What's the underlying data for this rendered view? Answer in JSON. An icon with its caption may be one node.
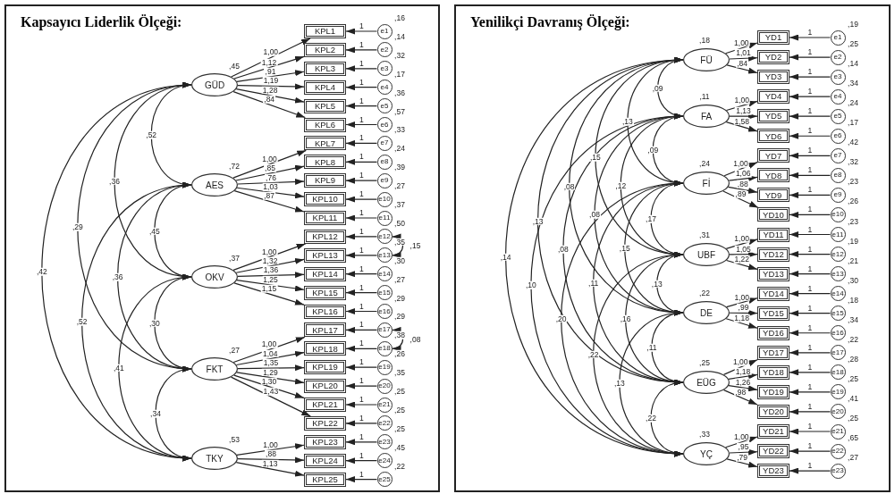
{
  "diagram": {
    "nodes": [
      {
        "text": [
          "Kapsayıcı Liderlik Ölçeği:"
        ]
      },
      {
        "text": [
          "GÜD"
        ],
        "in": 0,
        "beside": [
          ",45"
        ]
      },
      {
        "text": [
          "AES"
        ],
        "in": 0,
        "beside": [
          ",72"
        ]
      },
      {
        "text": [
          "OKV"
        ],
        "in": 0,
        "beside": [
          ",37"
        ]
      },
      {
        "text": [
          "FKT"
        ],
        "in": 0,
        "beside": [
          ",27"
        ]
      },
      {
        "text": [
          "TKY"
        ],
        "in": 0,
        "beside": [
          ",53"
        ]
      },
      {
        "text": [
          "KPL1"
        ],
        "in": 0
      },
      {
        "text": [
          "KPL2"
        ],
        "in": 0
      },
      {
        "text": [
          "KPL3"
        ],
        "in": 0
      },
      {
        "text": [
          "KPL4"
        ],
        "in": 0
      },
      {
        "text": [
          "KPL5"
        ],
        "in": 0
      },
      {
        "text": [
          "KPL6"
        ],
        "in": 0
      },
      {
        "text": [
          "KPL7"
        ],
        "in": 0
      },
      {
        "text": [
          "KPL8"
        ],
        "in": 0
      },
      {
        "text": [
          "KPL9"
        ],
        "in": 0
      },
      {
        "text": [
          "KPL10"
        ],
        "in": 0
      },
      {
        "text": [
          "KPL11"
        ],
        "in": 0
      },
      {
        "text": [
          "KPL12"
        ],
        "in": 0
      },
      {
        "text": [
          "KPL13"
        ],
        "in": 0
      },
      {
        "text": [
          "KPL14"
        ],
        "in": 0
      },
      {
        "text": [
          "KPL15"
        ],
        "in": 0
      },
      {
        "text": [
          "KPL16"
        ],
        "in": 0
      },
      {
        "text": [
          "KPL17"
        ],
        "in": 0
      },
      {
        "text": [
          "KPL18"
        ],
        "in": 0
      },
      {
        "text": [
          "KPL19"
        ],
        "in": 0
      },
      {
        "text": [
          "KPL20"
        ],
        "in": 0
      },
      {
        "text": [
          "KPL21"
        ],
        "in": 0
      },
      {
        "text": [
          "KPL22"
        ],
        "in": 0
      },
      {
        "text": [
          "KPL23"
        ],
        "in": 0
      },
      {
        "text": [
          "KPL24"
        ],
        "in": 0
      },
      {
        "text": [
          "KPL25"
        ],
        "in": 0
      },
      {
        "text": [
          "e1"
        ],
        "in": 0,
        "beside": [
          ",16"
        ]
      },
      {
        "text": [
          "e2"
        ],
        "in": 0,
        "beside": [
          ",14"
        ]
      },
      {
        "text": [
          "e3"
        ],
        "in": 0,
        "beside": [
          ",32"
        ]
      },
      {
        "text": [
          "e4"
        ],
        "in": 0,
        "beside": [
          ",17"
        ]
      },
      {
        "text": [
          "e5"
        ],
        "in": 0,
        "beside": [
          ",36"
        ]
      },
      {
        "text": [
          "e6"
        ],
        "in": 0,
        "beside": [
          ",57"
        ]
      },
      {
        "text": [
          "e7"
        ],
        "in": 0,
        "beside": [
          ",33"
        ]
      },
      {
        "text": [
          "e8"
        ],
        "in": 0,
        "beside": [
          ",24"
        ]
      },
      {
        "text": [
          "e9"
        ],
        "in": 0,
        "beside": [
          ",39"
        ]
      },
      {
        "text": [
          "e10"
        ],
        "in": 0,
        "beside": [
          ",27"
        ]
      },
      {
        "text": [
          "e11"
        ],
        "in": 0,
        "beside": [
          ",37"
        ]
      },
      {
        "text": [
          "e12"
        ],
        "in": 0,
        "beside": [
          ",50"
        ]
      },
      {
        "text": [
          "e13"
        ],
        "in": 0,
        "beside": [
          ",35"
        ]
      },
      {
        "text": [
          "e14"
        ],
        "in": 0,
        "beside": [
          ",30"
        ]
      },
      {
        "text": [
          "e15"
        ],
        "in": 0,
        "beside": [
          ",27"
        ]
      },
      {
        "text": [
          "e16"
        ],
        "in": 0,
        "beside": [
          ",29"
        ]
      },
      {
        "text": [
          "e17"
        ],
        "in": 0,
        "beside": [
          ",29"
        ]
      },
      {
        "text": [
          "e18"
        ],
        "in": 0,
        "beside": [
          ",38"
        ]
      },
      {
        "text": [
          "e19"
        ],
        "in": 0,
        "beside": [
          ",26"
        ]
      },
      {
        "text": [
          "e20"
        ],
        "in": 0,
        "beside": [
          ",35"
        ]
      },
      {
        "text": [
          "e21"
        ],
        "in": 0,
        "beside": [
          ",25"
        ]
      },
      {
        "text": [
          "e22"
        ],
        "in": 0,
        "beside": [
          ",25"
        ]
      },
      {
        "text": [
          "e23"
        ],
        "in": 0,
        "beside": [
          ",25"
        ]
      },
      {
        "text": [
          "e24"
        ],
        "in": 0,
        "beside": [
          ",45"
        ]
      },
      {
        "text": [
          "e25"
        ],
        "in": 0,
        "beside": [
          ",22"
        ]
      },
      {
        "text": [
          "Yenilikçi Davranış Ölçeği:"
        ]
      },
      {
        "text": [
          "FÜ"
        ],
        "in": 56,
        "beside": [
          ",18"
        ]
      },
      {
        "text": [
          "FA"
        ],
        "in": 56,
        "beside": [
          ",11"
        ]
      },
      {
        "text": [
          "Fİ"
        ],
        "in": 56,
        "beside": [
          ",24"
        ]
      },
      {
        "text": [
          "UBF"
        ],
        "in": 56,
        "beside": [
          ",31"
        ]
      },
      {
        "text": [
          "DE"
        ],
        "in": 56,
        "beside": [
          ",22"
        ]
      },
      {
        "text": [
          "EÜG"
        ],
        "in": 56,
        "beside": [
          ",25"
        ]
      },
      {
        "text": [
          "YÇ"
        ],
        "in": 56,
        "beside": [
          ",33"
        ]
      },
      {
        "text": [
          "YD1"
        ],
        "in": 56
      },
      {
        "text": [
          "YD2"
        ],
        "in": 56
      },
      {
        "text": [
          "YD3"
        ],
        "in": 56
      },
      {
        "text": [
          "YD4"
        ],
        "in": 56
      },
      {
        "text": [
          "YD5"
        ],
        "in": 56
      },
      {
        "text": [
          "YD6"
        ],
        "in": 56
      },
      {
        "text": [
          "YD7"
        ],
        "in": 56
      },
      {
        "text": [
          "YD8"
        ],
        "in": 56
      },
      {
        "text": [
          "YD9"
        ],
        "in": 56
      },
      {
        "text": [
          "YD10"
        ],
        "in": 56
      },
      {
        "text": [
          "YD11"
        ],
        "in": 56
      },
      {
        "text": [
          "YD12"
        ],
        "in": 56
      },
      {
        "text": [
          "YD13"
        ],
        "in": 56
      },
      {
        "text": [
          "YD14"
        ],
        "in": 56
      },
      {
        "text": [
          "YD15"
        ],
        "in": 56
      },
      {
        "text": [
          "YD16"
        ],
        "in": 56
      },
      {
        "text": [
          "YD17"
        ],
        "in": 56
      },
      {
        "text": [
          "YD18"
        ],
        "in": 56
      },
      {
        "text": [
          "YD19"
        ],
        "in": 56
      },
      {
        "text": [
          "YD20"
        ],
        "in": 56
      },
      {
        "text": [
          "YD21"
        ],
        "in": 56
      },
      {
        "text": [
          "YD22"
        ],
        "in": 56
      },
      {
        "text": [
          "YD23"
        ],
        "in": 56
      },
      {
        "text": [
          "e1"
        ],
        "in": 56,
        "beside": [
          ",19"
        ]
      },
      {
        "text": [
          "e2"
        ],
        "in": 56,
        "beside": [
          ",25"
        ]
      },
      {
        "text": [
          "e3"
        ],
        "in": 56,
        "beside": [
          ",14"
        ]
      },
      {
        "text": [
          "e4"
        ],
        "in": 56,
        "beside": [
          ",34"
        ]
      },
      {
        "text": [
          "e5"
        ],
        "in": 56,
        "beside": [
          ",24"
        ]
      },
      {
        "text": [
          "e6"
        ],
        "in": 56,
        "beside": [
          ",17"
        ]
      },
      {
        "text": [
          "e7"
        ],
        "in": 56,
        "beside": [
          ",42"
        ]
      },
      {
        "text": [
          "e8"
        ],
        "in": 56,
        "beside": [
          ",32"
        ]
      },
      {
        "text": [
          "e9"
        ],
        "in": 56,
        "beside": [
          ",23"
        ]
      },
      {
        "text": [
          "e10"
        ],
        "in": 56,
        "beside": [
          ",26"
        ]
      },
      {
        "text": [
          "e11"
        ],
        "in": 56,
        "beside": [
          ",23"
        ]
      },
      {
        "text": [
          "e12"
        ],
        "in": 56,
        "beside": [
          ",19"
        ]
      },
      {
        "text": [
          "e13"
        ],
        "in": 56,
        "beside": [
          ",21"
        ]
      },
      {
        "text": [
          "e14"
        ],
        "in": 56,
        "beside": [
          ",30"
        ]
      },
      {
        "text": [
          "e15"
        ],
        "in": 56,
        "beside": [
          ",18"
        ]
      },
      {
        "text": [
          "e16"
        ],
        "in": 56,
        "beside": [
          ",34"
        ]
      },
      {
        "text": [
          "e17"
        ],
        "in": 56,
        "beside": [
          ",22"
        ]
      },
      {
        "text": [
          "e18"
        ],
        "in": 56,
        "beside": [
          ",28"
        ]
      },
      {
        "text": [
          "e19"
        ],
        "in": 56,
        "beside": [
          ",25"
        ]
      },
      {
        "text": [
          "e20"
        ],
        "in": 56,
        "beside": [
          ",41"
        ]
      },
      {
        "text": [
          "e21"
        ],
        "in": 56,
        "beside": [
          ",25"
        ]
      },
      {
        "text": [
          "e22"
        ],
        "in": 56,
        "beside": [
          ",65"
        ]
      },
      {
        "text": [
          "e23"
        ],
        "in": 56,
        "beside": [
          ",27"
        ]
      }
    ],
    "edges": [
      {
        "from": 1,
        "to": 6,
        "arrow": "to",
        "label": "1,00"
      },
      {
        "from": 1,
        "to": 7,
        "arrow": "to",
        "label": "1,12"
      },
      {
        "from": 1,
        "to": 8,
        "arrow": "to",
        "label": ",91"
      },
      {
        "from": 1,
        "to": 9,
        "arrow": "to",
        "label": "1,19"
      },
      {
        "from": 1,
        "to": 10,
        "arrow": "to",
        "label": "1,28"
      },
      {
        "from": 1,
        "to": 11,
        "arrow": "to",
        "label": ",84"
      },
      {
        "from": 2,
        "to": 12,
        "arrow": "to",
        "label": "1,00"
      },
      {
        "from": 2,
        "to": 13,
        "arrow": "to",
        "label": ",85"
      },
      {
        "from": 2,
        "to": 14,
        "arrow": "to",
        "label": ",76"
      },
      {
        "from": 2,
        "to": 15,
        "arrow": "to",
        "label": "1,03"
      },
      {
        "from": 2,
        "to": 16,
        "arrow": "to",
        "label": ",87"
      },
      {
        "from": 3,
        "to": 17,
        "arrow": "to",
        "label": "1,00"
      },
      {
        "from": 3,
        "to": 18,
        "arrow": "to",
        "label": "1,32"
      },
      {
        "from": 3,
        "to": 19,
        "arrow": "to",
        "label": "1,36"
      },
      {
        "from": 3,
        "to": 20,
        "arrow": "to",
        "label": "1,25"
      },
      {
        "from": 3,
        "to": 21,
        "arrow": "to",
        "label": "1,15"
      },
      {
        "from": 4,
        "to": 22,
        "arrow": "to",
        "label": "1,00"
      },
      {
        "from": 4,
        "to": 23,
        "arrow": "to",
        "label": "1,04"
      },
      {
        "from": 4,
        "to": 24,
        "arrow": "to",
        "label": "1,35"
      },
      {
        "from": 4,
        "to": 25,
        "arrow": "to",
        "label": "1,29"
      },
      {
        "from": 4,
        "to": 26,
        "arrow": "to",
        "label": "1,30"
      },
      {
        "from": 4,
        "to": 27,
        "arrow": "to",
        "label": "1,43"
      },
      {
        "from": 5,
        "to": 28,
        "arrow": "to",
        "label": "1,00"
      },
      {
        "from": 5,
        "to": 29,
        "arrow": "to",
        "label": ",88"
      },
      {
        "from": 5,
        "to": 30,
        "arrow": "to",
        "label": "1,13"
      },
      {
        "from": 31,
        "to": 6,
        "arrow": "to",
        "label": "1"
      },
      {
        "from": 32,
        "to": 7,
        "arrow": "to",
        "label": "1"
      },
      {
        "from": 33,
        "to": 8,
        "arrow": "to",
        "label": "1"
      },
      {
        "from": 34,
        "to": 9,
        "arrow": "to",
        "label": "1"
      },
      {
        "from": 35,
        "to": 10,
        "arrow": "to",
        "label": "1"
      },
      {
        "from": 36,
        "to": 11,
        "arrow": "to",
        "label": "1"
      },
      {
        "from": 37,
        "to": 12,
        "arrow": "to",
        "label": "1"
      },
      {
        "from": 38,
        "to": 13,
        "arrow": "to",
        "label": "1"
      },
      {
        "from": 39,
        "to": 14,
        "arrow": "to",
        "label": "1"
      },
      {
        "from": 40,
        "to": 15,
        "arrow": "to",
        "label": "1"
      },
      {
        "from": 41,
        "to": 16,
        "arrow": "to",
        "label": "1"
      },
      {
        "from": 42,
        "to": 17,
        "arrow": "to",
        "label": "1"
      },
      {
        "from": 43,
        "to": 18,
        "arrow": "to",
        "label": "1"
      },
      {
        "from": 44,
        "to": 19,
        "arrow": "to",
        "label": "1"
      },
      {
        "from": 45,
        "to": 20,
        "arrow": "to",
        "label": "1"
      },
      {
        "from": 46,
        "to": 21,
        "arrow": "to",
        "label": "1"
      },
      {
        "from": 47,
        "to": 22,
        "arrow": "to",
        "label": "1"
      },
      {
        "from": 48,
        "to": 23,
        "arrow": "to",
        "label": "1"
      },
      {
        "from": 49,
        "to": 24,
        "arrow": "to",
        "label": "1"
      },
      {
        "from": 50,
        "to": 25,
        "arrow": "to",
        "label": "1"
      },
      {
        "from": 51,
        "to": 26,
        "arrow": "to",
        "label": "1"
      },
      {
        "from": 52,
        "to": 27,
        "arrow": "to",
        "label": "1"
      },
      {
        "from": 53,
        "to": 28,
        "arrow": "to",
        "label": "1"
      },
      {
        "from": 54,
        "to": 29,
        "arrow": "to",
        "label": "1"
      },
      {
        "from": 55,
        "to": 30,
        "arrow": "to",
        "label": "1"
      },
      {
        "from": 1,
        "to": 2,
        "arrow": "both",
        "label": ",52"
      },
      {
        "from": 1,
        "to": 3,
        "arrow": "both",
        "label": ",36"
      },
      {
        "from": 1,
        "to": 4,
        "arrow": "both",
        "label": ",29"
      },
      {
        "from": 1,
        "to": 5,
        "arrow": "both",
        "label": ",42"
      },
      {
        "from": 2,
        "to": 3,
        "arrow": "both",
        "label": ",45"
      },
      {
        "from": 2,
        "to": 4,
        "arrow": "both",
        "label": ",36"
      },
      {
        "from": 2,
        "to": 5,
        "arrow": "both",
        "label": ",52"
      },
      {
        "from": 3,
        "to": 4,
        "arrow": "both",
        "label": ",30"
      },
      {
        "from": 3,
        "to": 5,
        "arrow": "both",
        "label": ",41"
      },
      {
        "from": 4,
        "to": 5,
        "arrow": "both",
        "label": ",34"
      },
      {
        "from": 42,
        "to": 43,
        "arrow": "both",
        "label": ",15"
      },
      {
        "from": 47,
        "to": 48,
        "arrow": "both",
        "label": ",08"
      },
      {
        "from": 57,
        "to": 64,
        "arrow": "to",
        "label": "1,00"
      },
      {
        "from": 57,
        "to": 65,
        "arrow": "to",
        "label": "1,01"
      },
      {
        "from": 57,
        "to": 66,
        "arrow": "to",
        "label": ",84"
      },
      {
        "from": 58,
        "to": 67,
        "arrow": "to",
        "label": "1,00"
      },
      {
        "from": 58,
        "to": 68,
        "arrow": "to",
        "label": "1,13"
      },
      {
        "from": 58,
        "to": 69,
        "arrow": "to",
        "label": "1,58"
      },
      {
        "from": 59,
        "to": 70,
        "arrow": "to",
        "label": "1,00"
      },
      {
        "from": 59,
        "to": 71,
        "arrow": "to",
        "label": "1,06"
      },
      {
        "from": 59,
        "to": 72,
        "arrow": "to",
        "label": ",88"
      },
      {
        "from": 59,
        "to": 73,
        "arrow": "to",
        "label": ",89"
      },
      {
        "from": 60,
        "to": 74,
        "arrow": "to",
        "label": "1,00"
      },
      {
        "from": 60,
        "to": 75,
        "arrow": "to",
        "label": "1,05"
      },
      {
        "from": 60,
        "to": 76,
        "arrow": "to",
        "label": "1,22"
      },
      {
        "from": 61,
        "to": 77,
        "arrow": "to",
        "label": "1,00"
      },
      {
        "from": 61,
        "to": 78,
        "arrow": "to",
        "label": ",99"
      },
      {
        "from": 61,
        "to": 79,
        "arrow": "to",
        "label": "1,18"
      },
      {
        "from": 62,
        "to": 80,
        "arrow": "to",
        "label": "1,00"
      },
      {
        "from": 62,
        "to": 81,
        "arrow": "to",
        "label": "1,18"
      },
      {
        "from": 62,
        "to": 82,
        "arrow": "to",
        "label": "1,26"
      },
      {
        "from": 62,
        "to": 83,
        "arrow": "to",
        "label": ",98"
      },
      {
        "from": 63,
        "to": 84,
        "arrow": "to",
        "label": "1,00"
      },
      {
        "from": 63,
        "to": 85,
        "arrow": "to",
        "label": ",95"
      },
      {
        "from": 63,
        "to": 86,
        "arrow": "to",
        "label": ",79"
      },
      {
        "from": 87,
        "to": 64,
        "arrow": "to",
        "label": "1"
      },
      {
        "from": 88,
        "to": 65,
        "arrow": "to",
        "label": "1"
      },
      {
        "from": 89,
        "to": 66,
        "arrow": "to",
        "label": "1"
      },
      {
        "from": 90,
        "to": 67,
        "arrow": "to",
        "label": "1"
      },
      {
        "from": 91,
        "to": 68,
        "arrow": "to",
        "label": "1"
      },
      {
        "from": 92,
        "to": 69,
        "arrow": "to",
        "label": "1"
      },
      {
        "from": 93,
        "to": 70,
        "arrow": "to",
        "label": "1"
      },
      {
        "from": 94,
        "to": 71,
        "arrow": "to",
        "label": "1"
      },
      {
        "from": 95,
        "to": 72,
        "arrow": "to",
        "label": "1"
      },
      {
        "from": 96,
        "to": 73,
        "arrow": "to",
        "label": "1"
      },
      {
        "from": 97,
        "to": 74,
        "arrow": "to",
        "label": "1"
      },
      {
        "from": 98,
        "to": 75,
        "arrow": "to",
        "label": "1"
      },
      {
        "from": 99,
        "to": 76,
        "arrow": "to",
        "label": "1"
      },
      {
        "from": 100,
        "to": 77,
        "arrow": "to",
        "label": "1"
      },
      {
        "from": 101,
        "to": 78,
        "arrow": "to",
        "label": "1"
      },
      {
        "from": 102,
        "to": 79,
        "arrow": "to",
        "label": "1"
      },
      {
        "from": 103,
        "to": 80,
        "arrow": "to",
        "label": "1"
      },
      {
        "from": 104,
        "to": 81,
        "arrow": "to",
        "label": "1"
      },
      {
        "from": 105,
        "to": 82,
        "arrow": "to",
        "label": "1"
      },
      {
        "from": 106,
        "to": 83,
        "arrow": "to",
        "label": "1"
      },
      {
        "from": 107,
        "to": 84,
        "arrow": "to",
        "label": "1"
      },
      {
        "from": 108,
        "to": 85,
        "arrow": "to",
        "label": "1"
      },
      {
        "from": 109,
        "to": 86,
        "arrow": "to",
        "label": "1"
      },
      {
        "from": 57,
        "to": 58,
        "arrow": "both",
        "label": ",09"
      },
      {
        "from": 57,
        "to": 59,
        "arrow": "both",
        "label": ",13"
      },
      {
        "from": 57,
        "to": 60,
        "arrow": "both",
        "label": ",15"
      },
      {
        "from": 57,
        "to": 61,
        "arrow": "both",
        "label": ",08"
      },
      {
        "from": 57,
        "to": 62,
        "arrow": "both",
        "label": ",13"
      },
      {
        "from": 57,
        "to": 63,
        "arrow": "both",
        "label": ",14"
      },
      {
        "from": 58,
        "to": 59,
        "arrow": "both",
        "label": ",09"
      },
      {
        "from": 58,
        "to": 60,
        "arrow": "both",
        "label": ",12"
      },
      {
        "from": 58,
        "to": 61,
        "arrow": "both",
        "label": ",08"
      },
      {
        "from": 58,
        "to": 62,
        "arrow": "both",
        "label": ",08"
      },
      {
        "from": 58,
        "to": 63,
        "arrow": "both",
        "label": ",10"
      },
      {
        "from": 59,
        "to": 60,
        "arrow": "both",
        "label": ",17"
      },
      {
        "from": 59,
        "to": 61,
        "arrow": "both",
        "label": ",15"
      },
      {
        "from": 59,
        "to": 62,
        "arrow": "both",
        "label": ",11"
      },
      {
        "from": 59,
        "to": 63,
        "arrow": "both",
        "label": ",20"
      },
      {
        "from": 60,
        "to": 61,
        "arrow": "both",
        "label": ",13"
      },
      {
        "from": 60,
        "to": 62,
        "arrow": "both",
        "label": ",16"
      },
      {
        "from": 60,
        "to": 63,
        "arrow": "both",
        "label": ",22"
      },
      {
        "from": 61,
        "to": 62,
        "arrow": "both",
        "label": ",11"
      },
      {
        "from": 61,
        "to": 63,
        "arrow": "both",
        "label": ",13"
      },
      {
        "from": 62,
        "to": 63,
        "arrow": "both",
        "label": ",22"
      }
    ]
  }
}
